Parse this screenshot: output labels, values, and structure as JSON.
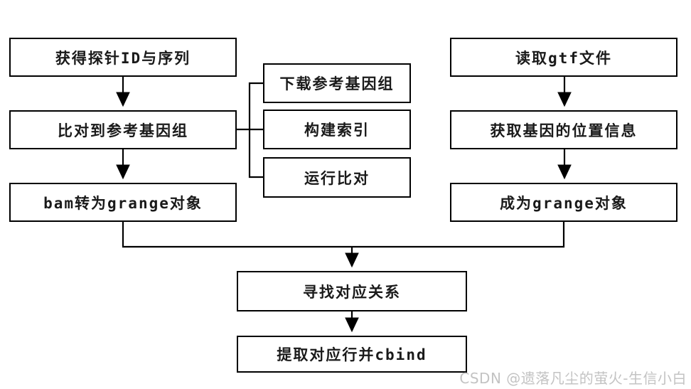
{
  "diagram": {
    "boxes": {
      "probe_id_seq": {
        "label": "获得探针ID与序列"
      },
      "align_ref": {
        "label": "比对到参考基因组"
      },
      "bam_grange": {
        "label": "bam转为grange对象"
      },
      "download_ref": {
        "label": "下载参考基因组"
      },
      "build_index": {
        "label": "构建索引"
      },
      "run_align": {
        "label": "运行比对"
      },
      "read_gtf": {
        "label": "读取gtf文件"
      },
      "gene_pos": {
        "label": "获取基因的位置信息"
      },
      "to_grange": {
        "label": "成为grange对象"
      },
      "find_mapping": {
        "label": "寻找对应关系"
      },
      "extract_cbind": {
        "label": "提取对应行并cbind"
      }
    },
    "flow": {
      "left_chain": [
        "获得探针ID与序列",
        "比对到参考基因组",
        "bam转为grange对象"
      ],
      "align_steps": [
        "下载参考基因组",
        "构建索引",
        "运行比对"
      ],
      "right_chain": [
        "读取gtf文件",
        "获取基因的位置信息",
        "成为grange对象"
      ],
      "merge_chain": [
        "寻找对应关系",
        "提取对应行并cbind"
      ]
    },
    "colors": {
      "line": "#000000",
      "box_border": "#000000",
      "box_background": "#ffffff",
      "text": "#1a1a1a",
      "watermark": "#c3c3c3"
    },
    "watermark_text": "CSDN @遗落凡尘的萤火-生信小白"
  }
}
